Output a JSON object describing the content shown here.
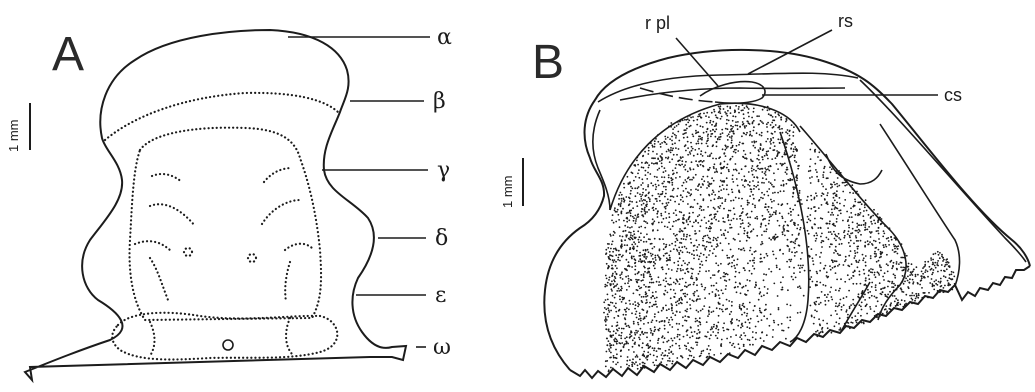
{
  "panels": [
    {
      "id": "A",
      "letter": "A"
    },
    {
      "id": "B",
      "letter": "B"
    }
  ],
  "panel_a": {
    "scale_label": "1 mm",
    "labels": [
      "α",
      "β",
      "γ",
      "δ",
      "ε",
      "ω"
    ]
  },
  "panel_b": {
    "scale_label": "1 mm",
    "labels": [
      "r pl",
      "rs",
      "cs"
    ]
  },
  "colors": {
    "ink": "#1c1c1c",
    "background": "#ffffff"
  }
}
